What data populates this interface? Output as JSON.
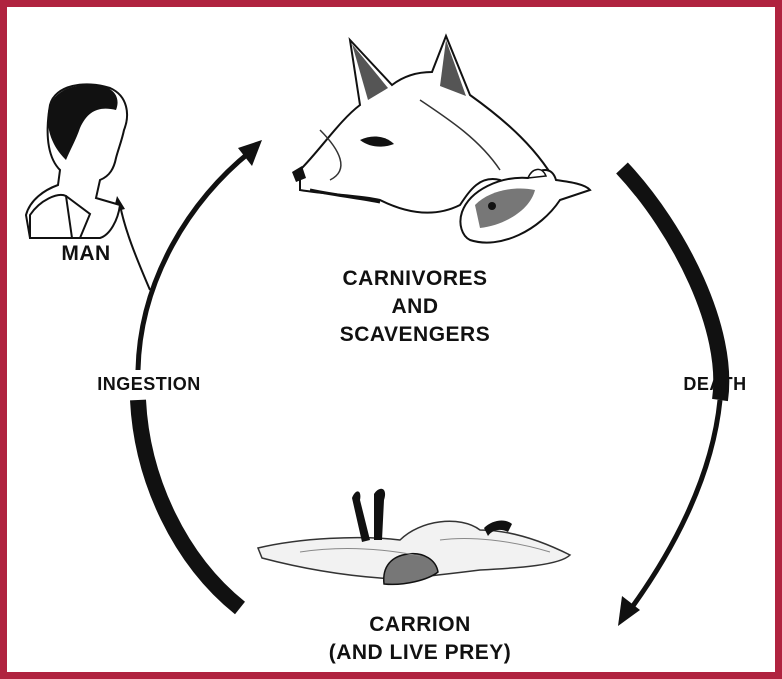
{
  "colors": {
    "frame": "#b0233f",
    "ink": "#111111"
  },
  "labels": {
    "man": "MAN",
    "carnivores_line1": "CARNIVORES",
    "carnivores_line2": "AND",
    "carnivores_line3": "SCAVENGERS",
    "ingestion": "INGESTION",
    "death": "DEATH",
    "carrion_line1": "CARRION",
    "carrion_line2": "(AND LIVE PREY)"
  },
  "icons": {
    "man": "man-head-illustration",
    "fox": "fox-illustration",
    "mouse": "mouse-illustration",
    "carrion": "dead-animal-illustration"
  }
}
